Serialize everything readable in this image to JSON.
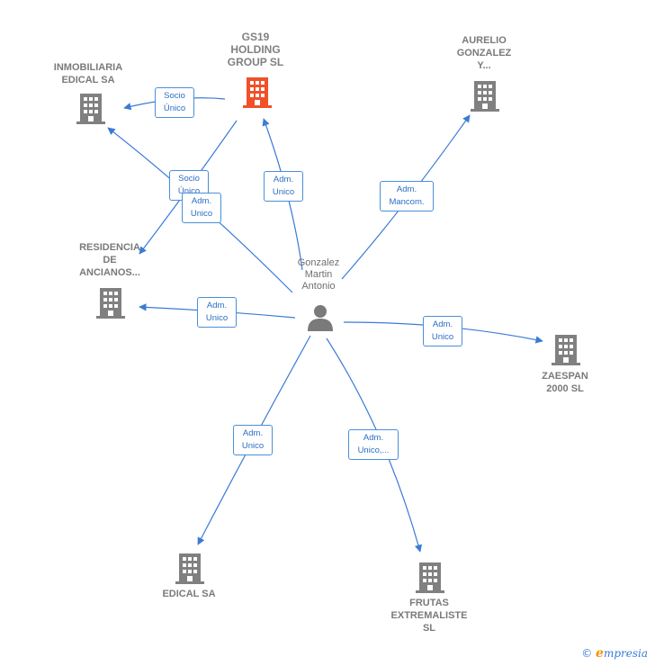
{
  "center": {
    "label": "Gonzalez\nMartin\nAntonio",
    "icon": "person-icon"
  },
  "nodes": [
    {
      "id": "gs19",
      "label": "GS19\nHOLDING\nGROUP  SL",
      "highlight": true
    },
    {
      "id": "inmobiliaria",
      "label": "INMOBILIARIA\nEDICAL SA"
    },
    {
      "id": "aurelio",
      "label": "AURELIO\nGONZALEZ\nY..."
    },
    {
      "id": "residencia",
      "label": "RESIDENCIA\nDE\nANCIANOS..."
    },
    {
      "id": "zaespan",
      "label": "ZAESPAN\n2000 SL"
    },
    {
      "id": "edical",
      "label": "EDICAL SA"
    },
    {
      "id": "frutas",
      "label": "FRUTAS\nEXTREMALISTE\nSL"
    }
  ],
  "edges": [
    {
      "id": "e1",
      "label": "Socio\nÚnico"
    },
    {
      "id": "e2",
      "label": "Socio\nÚnico"
    },
    {
      "id": "e3",
      "label": "Adm.\nUnico"
    },
    {
      "id": "e4",
      "label": "Adm.\nUnico"
    },
    {
      "id": "e5",
      "label": "Adm.\nMancom."
    },
    {
      "id": "e6",
      "label": "Adm.\nUnico"
    },
    {
      "id": "e7",
      "label": "Adm.\nUnico"
    },
    {
      "id": "e8",
      "label": "Adm.\nUnico"
    },
    {
      "id": "e9",
      "label": "Adm.\nUnico,..."
    }
  ],
  "colors": {
    "edge": "#3a7bd5",
    "building": "#808080",
    "building_highlight": "#f0502a",
    "person": "#7a7a7a"
  },
  "footer": {
    "copyright": "©",
    "brand_initial": "e",
    "brand_rest": "mpresia"
  }
}
